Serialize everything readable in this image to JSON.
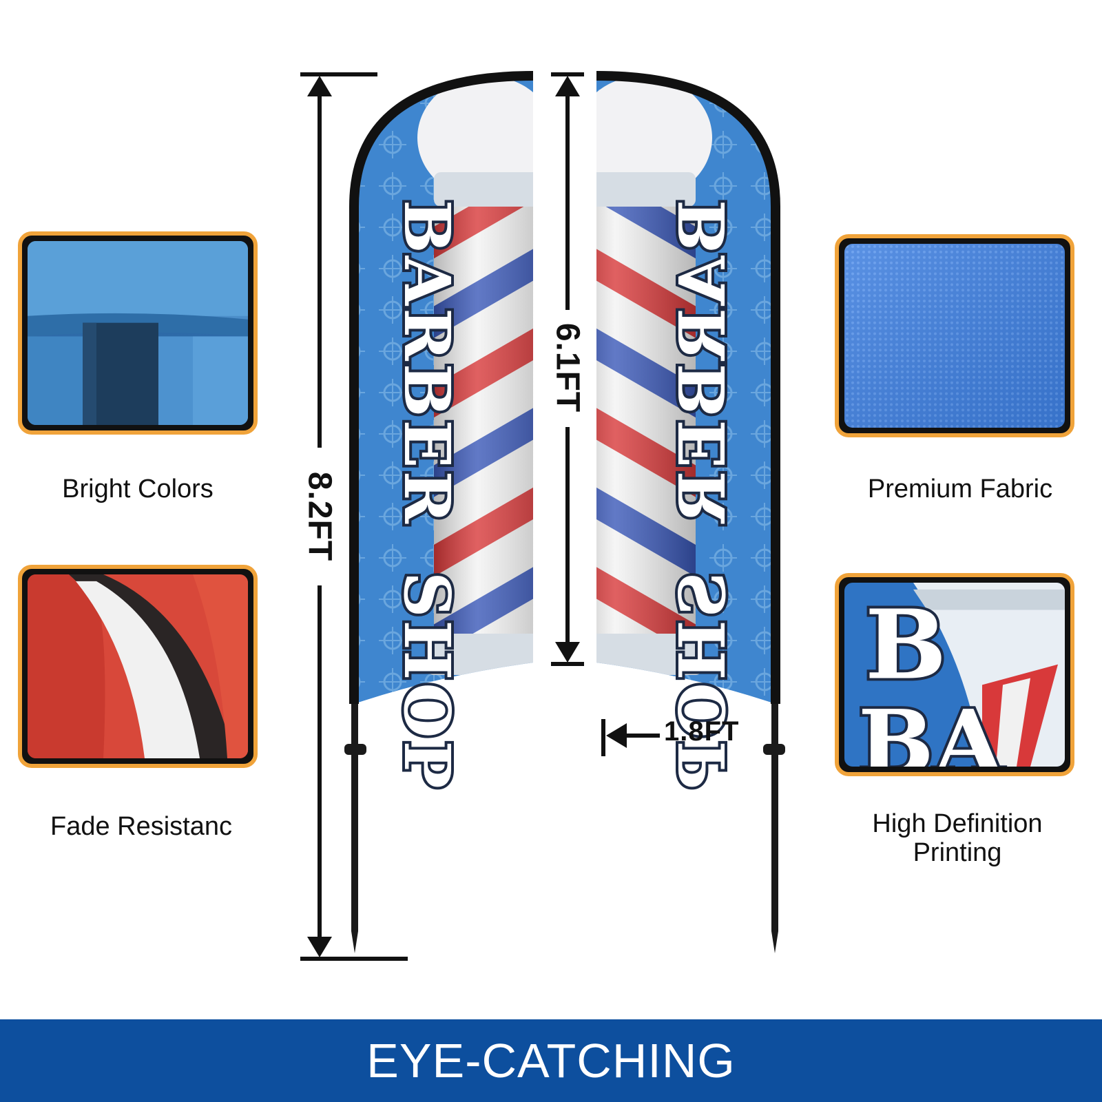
{
  "features": {
    "bright_colors": "Bright Colors",
    "fade_resistance": "Fade Resistanc",
    "premium_fabric": "Premium Fabric",
    "hd_printing_line1": "High Definition",
    "hd_printing_line2": "Printing"
  },
  "dimensions": {
    "total_height": "8.2FT",
    "flag_height": "6.1FT",
    "flag_width": "1.8FT"
  },
  "flag": {
    "text_line1": "BARBER",
    "text_line2": "SHOP"
  },
  "banner": {
    "headline": "EYE-CATCHING"
  },
  "colors": {
    "banner_blue": "#0d4f9e",
    "swatch_border": "#f0a33a",
    "flag_blue": "#3f86cf",
    "stripe_red": "#d8393a",
    "stripe_blue": "#3a58b8"
  },
  "closeup_letters": {
    "line1": "B",
    "line2": "BA"
  }
}
